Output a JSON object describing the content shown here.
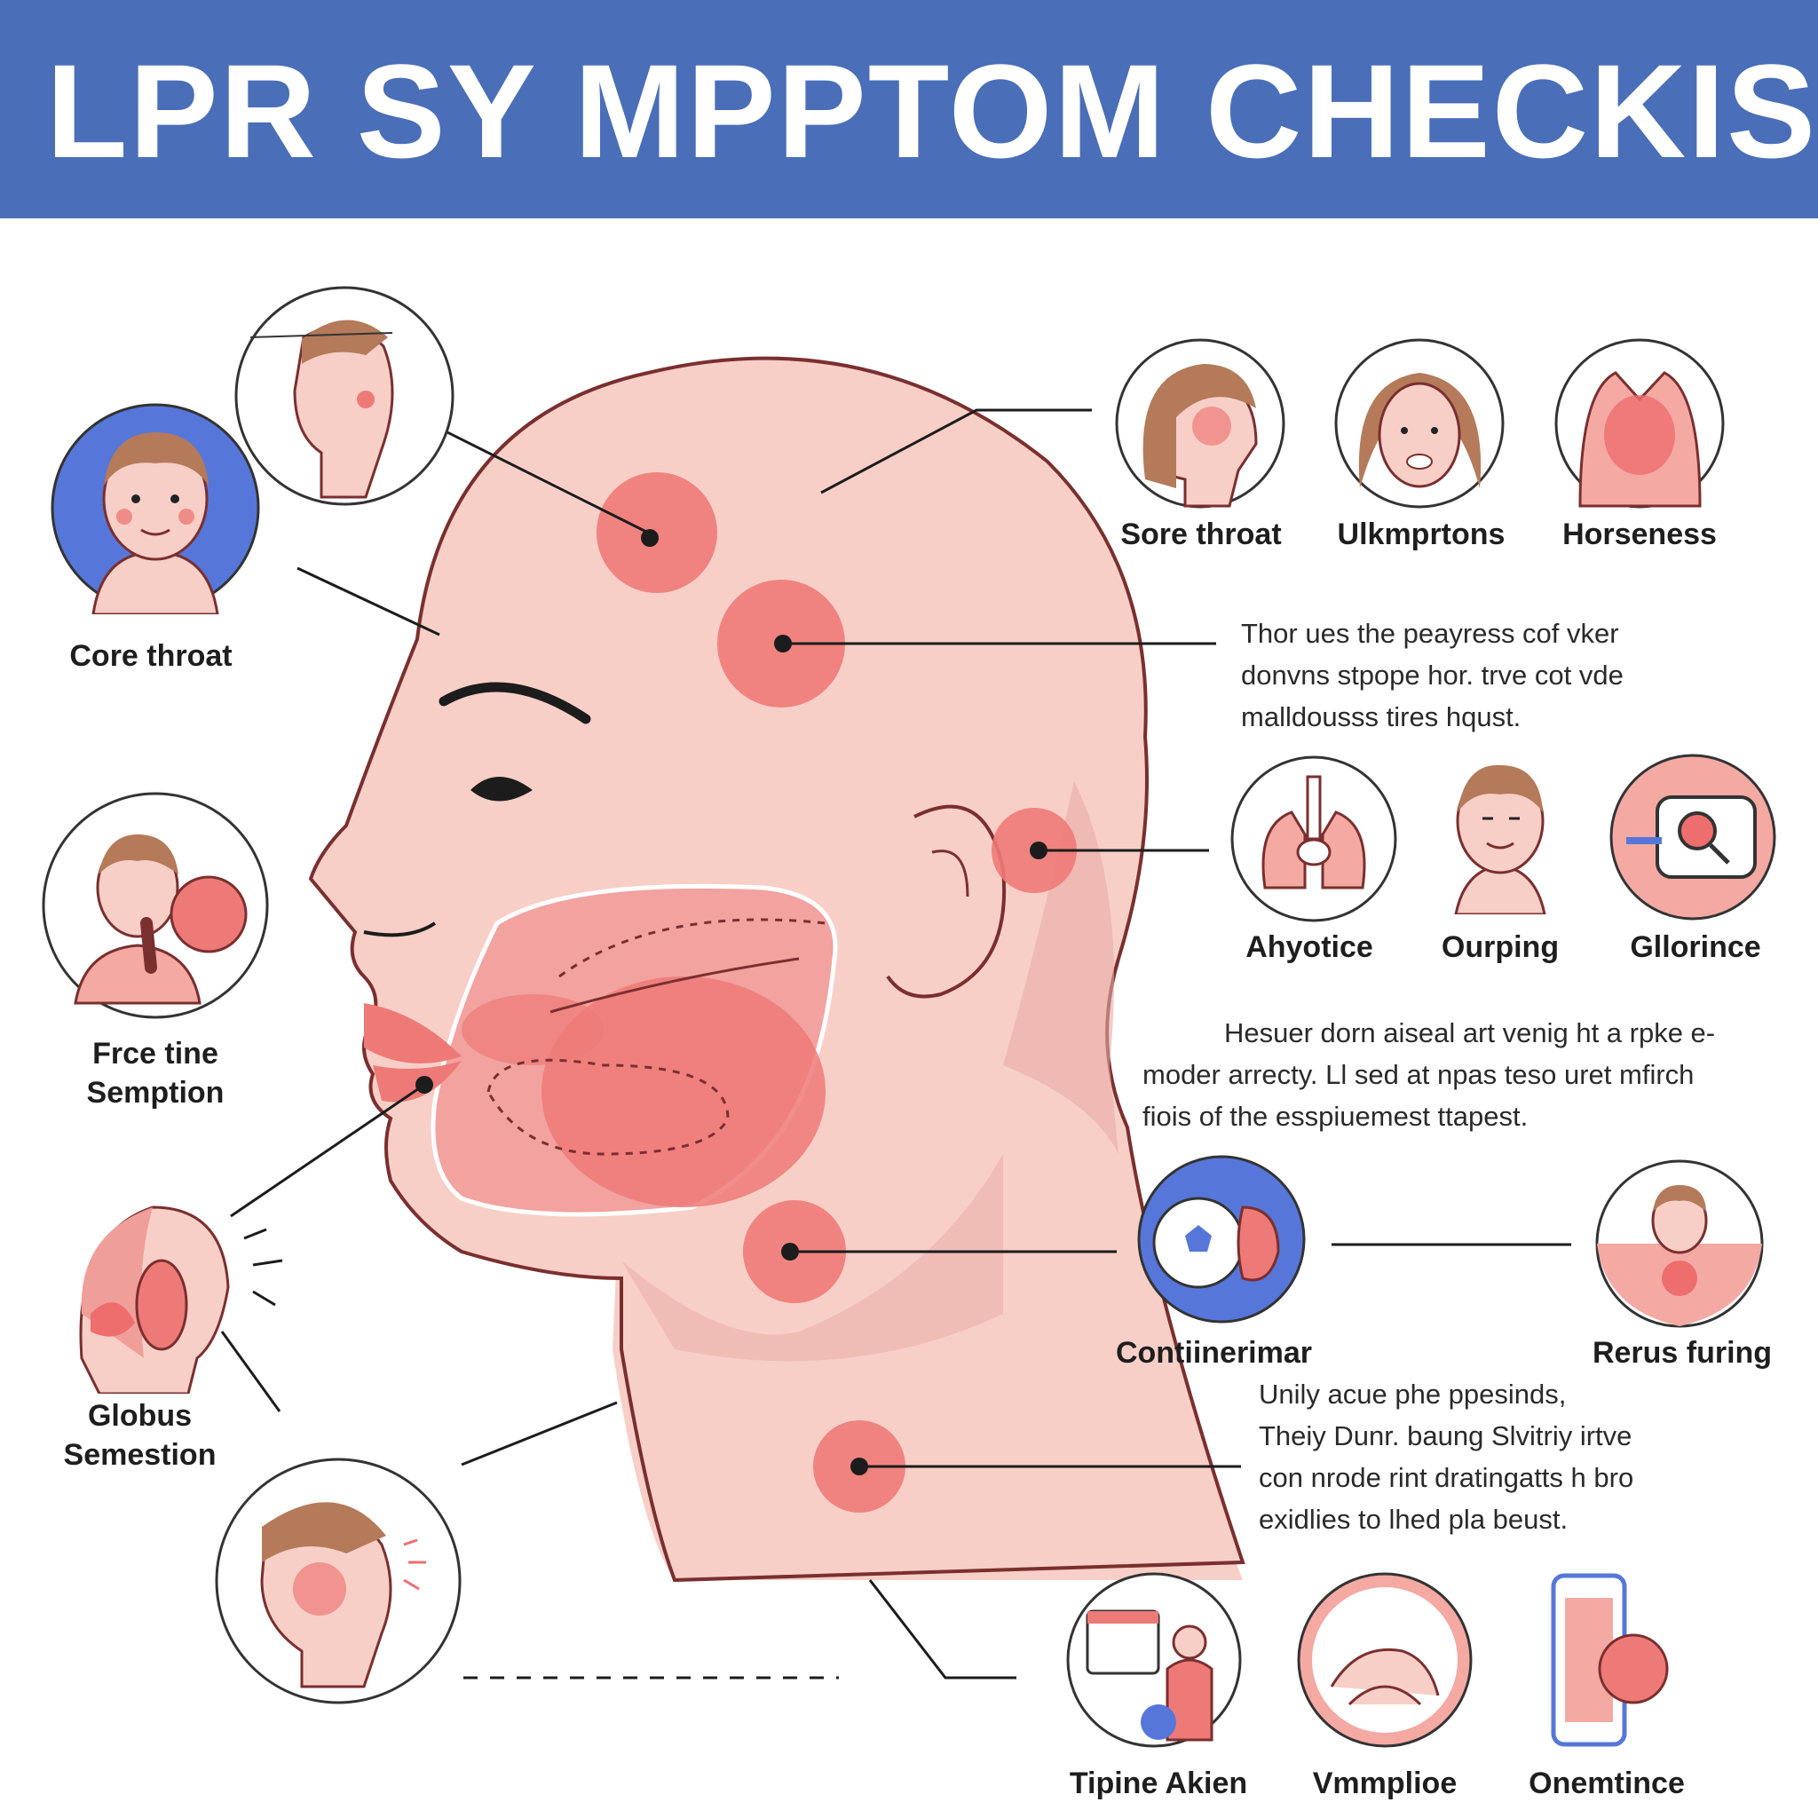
{
  "banner": {
    "title": "LPR SY MPPTOM CHECKIST",
    "color": "#4a6eb8"
  },
  "colors": {
    "skin": "#f8cfc7",
    "inflamed": "#ef6e72",
    "outline": "#7a2f2f",
    "accent_blue": "#5677d9"
  },
  "left_labels": [
    {
      "icon": "man-face-icon",
      "text": "Core throat"
    },
    {
      "icon": "hand-to-mouth-icon",
      "lines": [
        "Frce tine",
        "Semption"
      ]
    },
    {
      "icon": "head-anatomy-icon",
      "lines": [
        "Globus",
        "Semestion"
      ]
    }
  ],
  "top_row": [
    {
      "icon": "woman-profile-icon",
      "label": "Sore throat"
    },
    {
      "icon": "woman-face-icon",
      "label": "Ulkmprtons"
    },
    {
      "icon": "inflamed-torso-icon",
      "label": "Horseness"
    }
  ],
  "para1": [
    "Thor ues the peayress cof vker",
    "donvns stpope hor. trve cot vde",
    "malldousss tires hqust."
  ],
  "mid_row": [
    {
      "icon": "lungs-icon",
      "label": "Ahyotice"
    },
    {
      "icon": "calm-face-icon",
      "label": "Ourping"
    },
    {
      "icon": "magnifier-chat-icon",
      "label": "Gllorince"
    }
  ],
  "para2": [
    "Hesuer dorn aiseal art venig ht a rpke e-",
    "moder arrecty. Ll sed at npas teso uret mfirch",
    "fiois of the esspiuemest ttapest."
  ],
  "pair_row": [
    {
      "icon": "soccer-stomach-icon",
      "label": "Contiinerimar"
    },
    {
      "icon": "inflamed-person-icon",
      "label": "Rerus furing"
    }
  ],
  "para3": [
    "Unily acue phe ppesinds,",
    "Theiy Dunr. baung Slvitriy irtve",
    "con nrode rint dratingatts h bro",
    "exidlies to lhed pla beust."
  ],
  "bottom_row": [
    {
      "icon": "doctor-chart-icon",
      "label": "Tipine Akien"
    },
    {
      "icon": "hands-chest-icon",
      "label": "Vmmplioe"
    },
    {
      "icon": "phone-device-icon",
      "label": "Onemtince"
    }
  ]
}
